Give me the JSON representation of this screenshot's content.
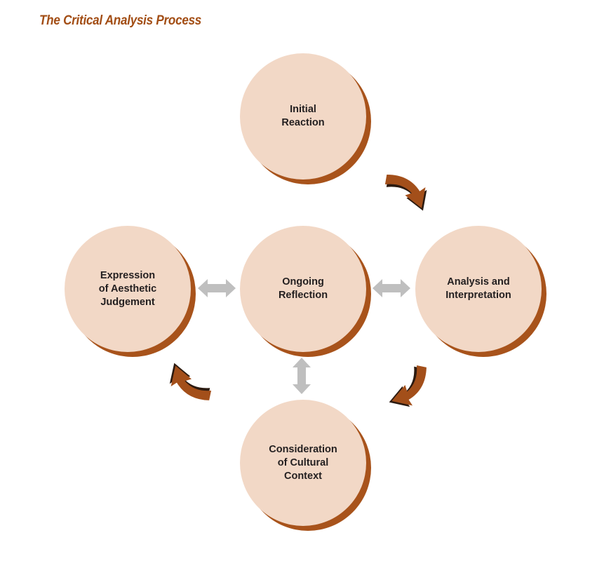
{
  "title": "The Critical Analysis Process",
  "nodes": {
    "initial": "Initial\nReaction",
    "analysis": "Analysis and\nInterpretation",
    "context": "Consideration\nof Cultural\nContext",
    "expression": "Expression\nof Aesthetic\nJudgement",
    "reflection": "Ongoing\nReflection"
  },
  "colors": {
    "circle_fill": "#f2d8c6",
    "circle_shadow": "#a8531b",
    "arrow_fill": "#a34f1a",
    "double_arrow": "#bfbfbf",
    "title": "#a24d14"
  }
}
